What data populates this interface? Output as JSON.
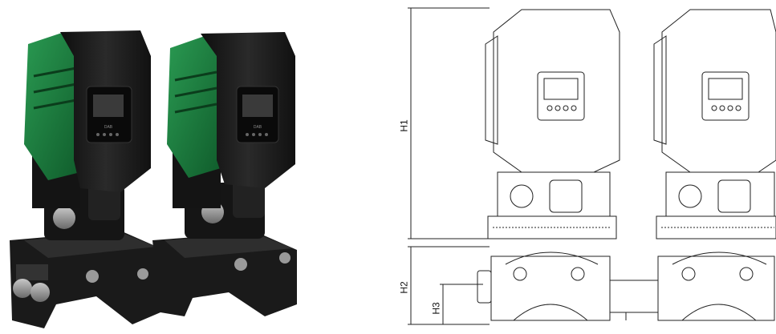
{
  "photo": {
    "pumps": [
      {
        "display_brand": "DAB"
      },
      {
        "display_brand": "DAB"
      }
    ],
    "colors": {
      "body": "#1c1c1c",
      "accent": "#1f7a3e",
      "metal": "#8a8a8a"
    }
  },
  "drawing": {
    "dimensions": [
      {
        "label": "H1"
      },
      {
        "label": "H2"
      },
      {
        "label": "H3"
      }
    ]
  }
}
